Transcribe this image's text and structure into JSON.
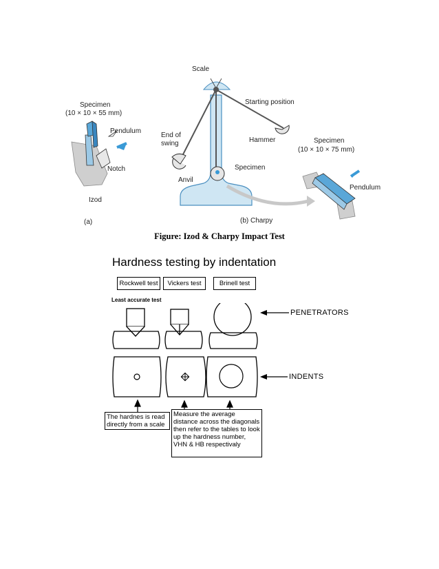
{
  "figure_top": {
    "labels": {
      "scale": "Scale",
      "starting_position": "Starting position",
      "specimen_left_title": "Specimen",
      "specimen_left_dims": "(10 × 10 × 55 mm)",
      "pendulum_left": "Pendulum",
      "end_of": "End of",
      "swing": "swing",
      "hammer": "Hammer",
      "specimen_right_title": "Specimen",
      "specimen_right_dims": "(10 × 10 × 75 mm)",
      "notch": "Notch",
      "specimen_center": "Specimen",
      "anvil": "Anvil",
      "pendulum_right": "Pendulum",
      "izod": "Izod",
      "part_a": "(a)",
      "part_b": "(b) Charpy"
    },
    "colors": {
      "accent_blue": "#5aa7d8",
      "light_blue": "#cfe6f3",
      "gray": "#c8c8c8"
    }
  },
  "caption": "Figure: Izod & Charpy Impact Test",
  "hardness": {
    "title": "Hardness testing by indentation",
    "tests": [
      "Rockwell test",
      "Vickers test",
      "Brinell test"
    ],
    "least_accurate": "Least accurate test",
    "penetrators": "PENETRATORS",
    "indents": "INDENTS",
    "note_rockwell": "The hardnes is read directly from a scale",
    "note_vickers": "Measure the average distance across the diagonals then refer to the tables to look up the hardness number, VHN & HB respectivaly"
  }
}
